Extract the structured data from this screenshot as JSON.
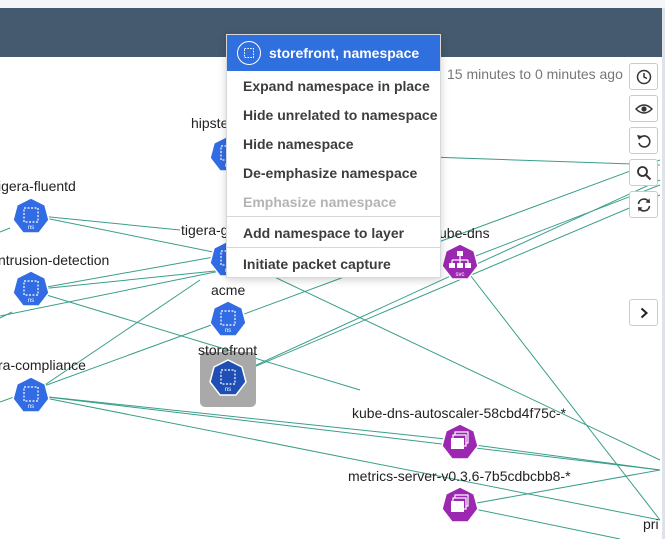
{
  "time_range": "15 minutes to 0 minutes ago",
  "context_menu": {
    "title": "storefront, namespace",
    "items": [
      {
        "label": "Expand namespace in place",
        "enabled": true
      },
      {
        "label": "Hide unrelated to namespace",
        "enabled": true
      },
      {
        "label": "Hide namespace",
        "enabled": true
      },
      {
        "label": "De-emphasize namespace",
        "enabled": true
      },
      {
        "label": "Emphasize namespace",
        "enabled": false
      },
      {
        "label": "Add namespace to layer",
        "enabled": true
      },
      {
        "label": "Initiate packet capture",
        "enabled": true
      }
    ]
  },
  "nodes": {
    "hipster": {
      "label": "hipste",
      "badge": "ns"
    },
    "fluentd": {
      "label": "igera-fluentd",
      "badge": "ns"
    },
    "intrusion": {
      "label": "ntrusion-detection",
      "badge": "ns"
    },
    "compliance": {
      "label": "ra-compliance",
      "badge": "ns"
    },
    "tigera": {
      "label": "tigera-g",
      "badge": "ns"
    },
    "acme": {
      "label": "acme",
      "badge": "ns"
    },
    "storefront": {
      "label": "storefront",
      "badge": "ns"
    },
    "kube_dns": {
      "label": "kube-dns",
      "badge": "svc"
    },
    "autoscaler": {
      "label": "kube-dns-autoscaler-58cbd4f75c-*"
    },
    "metrics": {
      "label": "metrics-server-v0.3.6-7b5cdbcbb8-*"
    },
    "edge": {
      "label": "pri"
    }
  },
  "toolbar": {
    "history": "history-icon",
    "visibility": "eye-icon",
    "undo": "undo-icon",
    "search": "search-icon",
    "refresh": "refresh-icon",
    "expand": "chevron-right-icon"
  },
  "colors": {
    "header": "#455a6e",
    "namespace_node": "#326ce5",
    "service_node": "#9c27b0",
    "edge": "#3a9e8b",
    "menu_header": "#2f6fde"
  }
}
